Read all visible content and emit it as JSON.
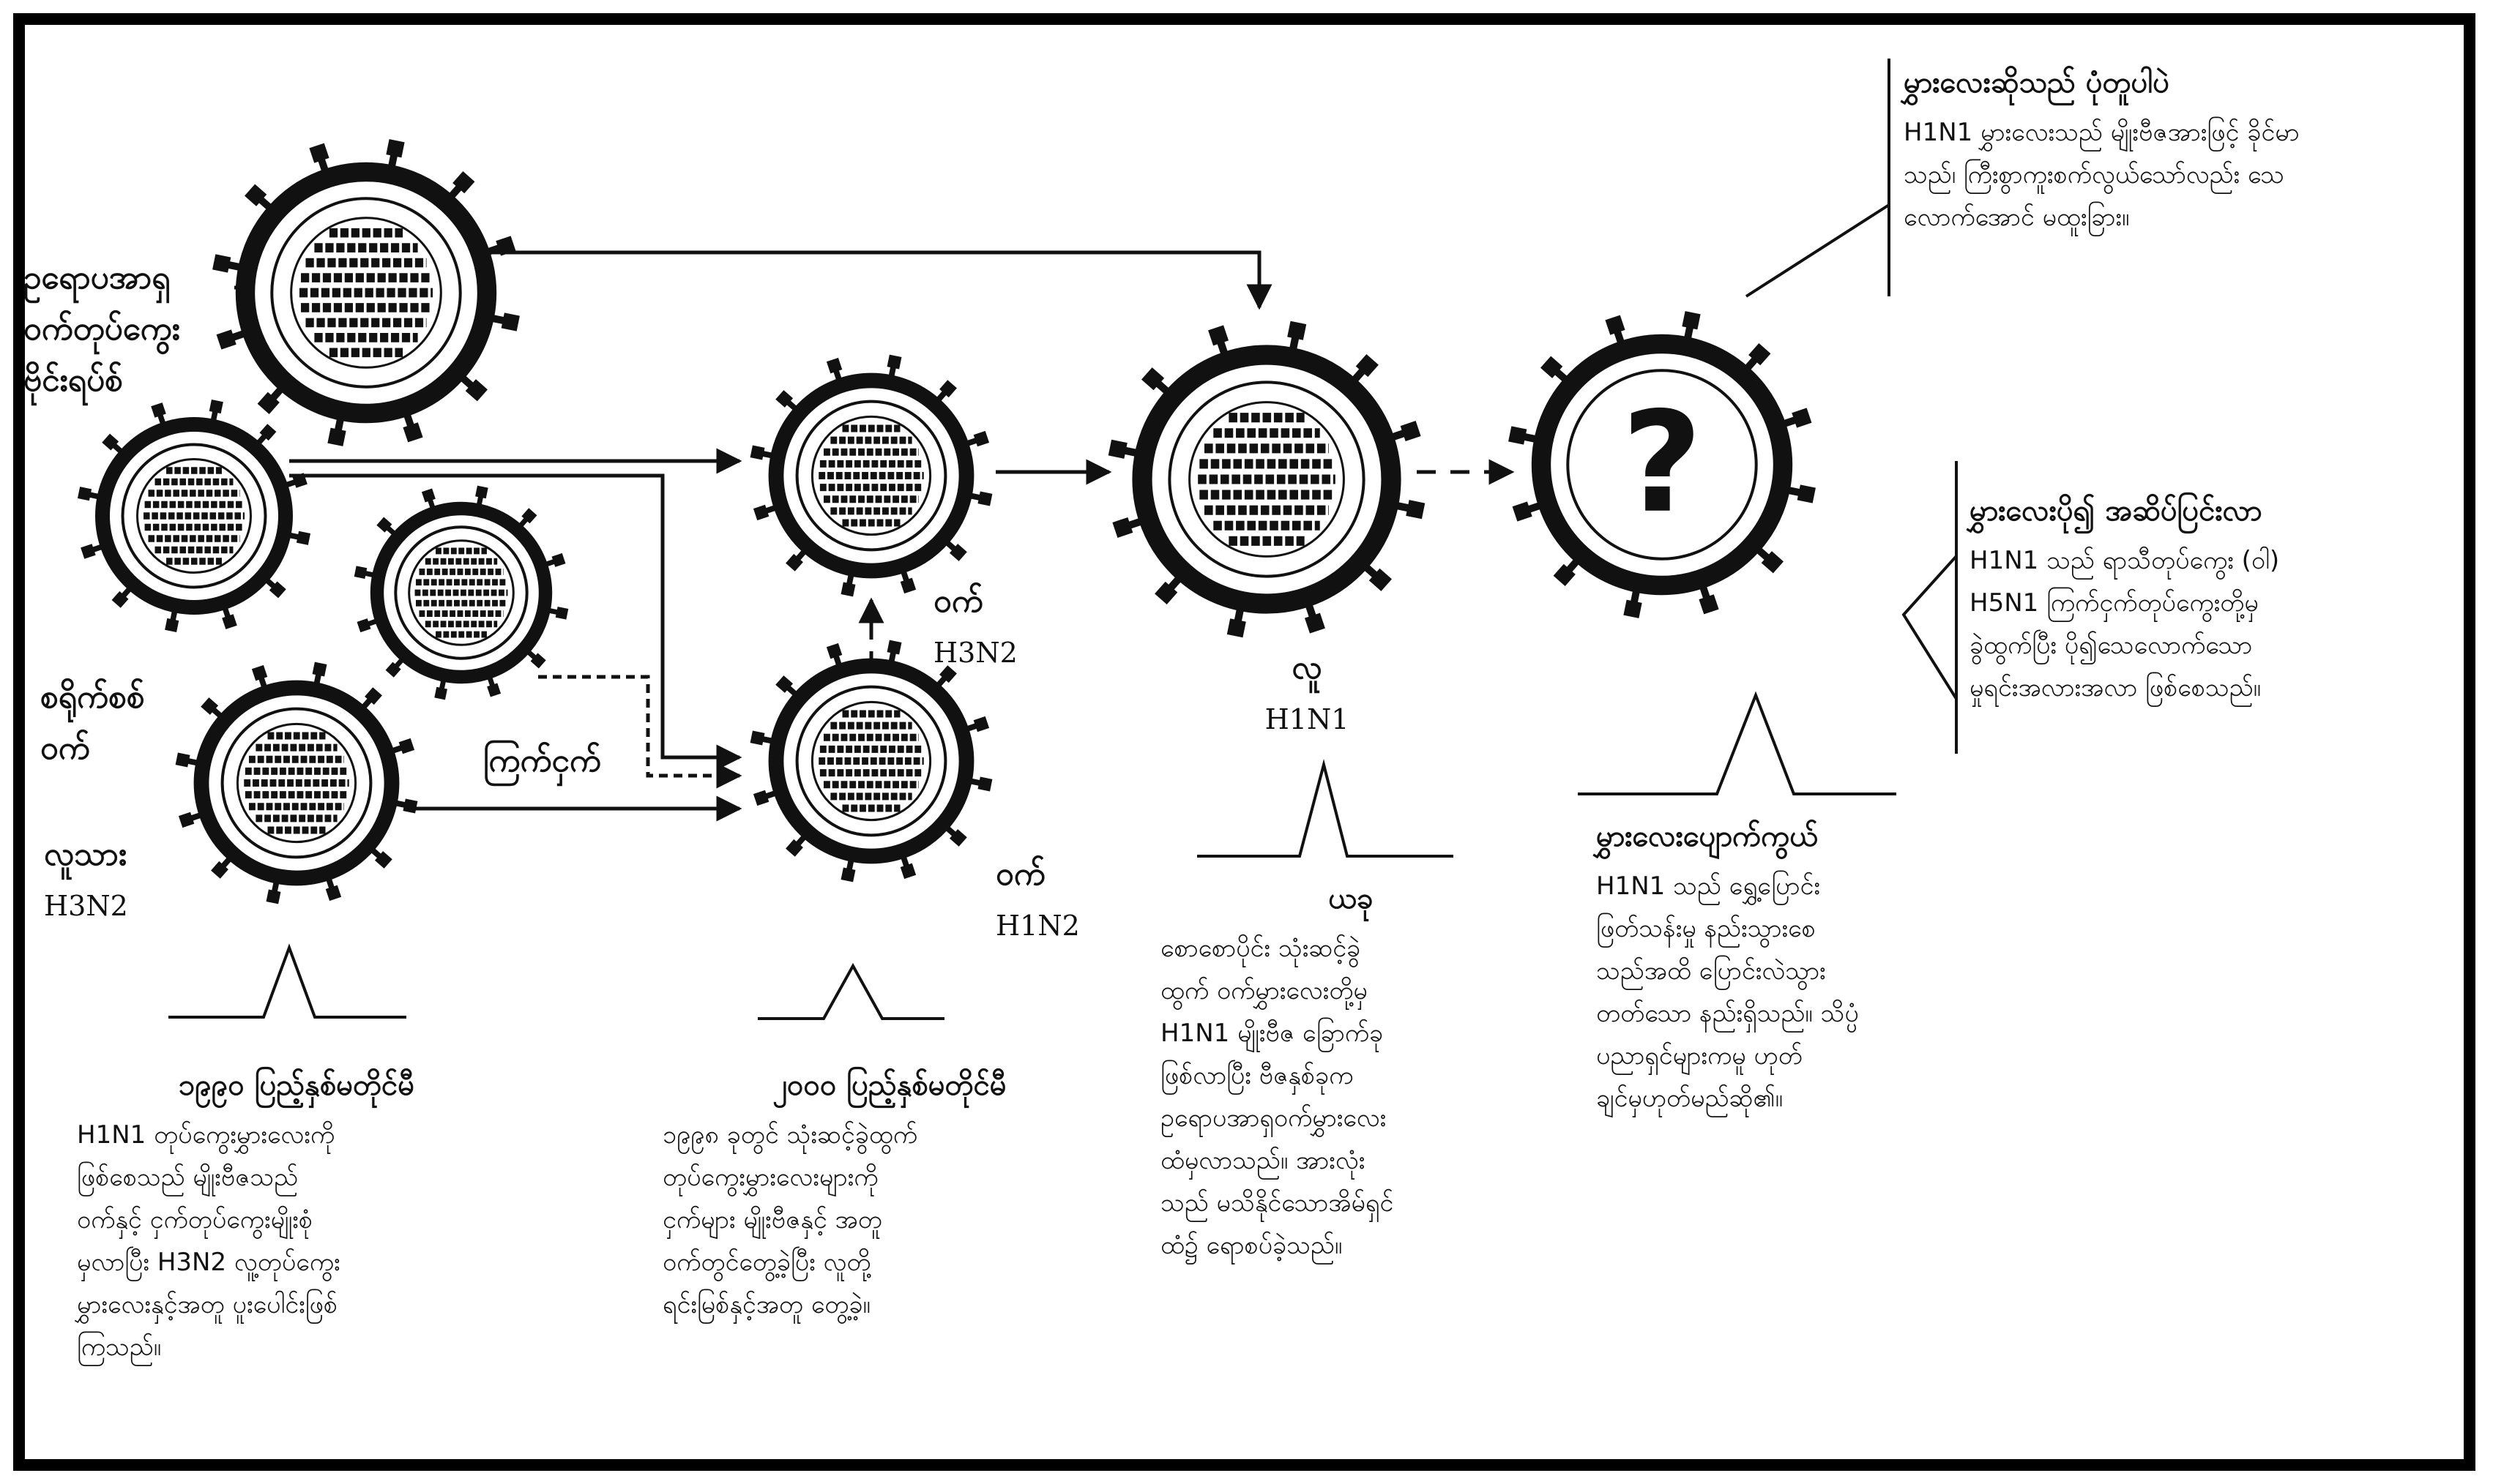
{
  "virus_labels": {
    "europe_pig": [
      "ဥရောပအာရှ",
      "ဝက်တုပ်ကွေး",
      "ဗိုင်းရပ်စ်"
    ],
    "classic_pig": [
      "စရိုက်စစ်",
      "ဝက်"
    ],
    "bird": "ကြက်ငှက်",
    "human_h3n2": {
      "name": "လူသား",
      "subtype": "H3N2"
    },
    "pig_h3n2": {
      "name": "ဝက်",
      "subtype": "H3N2"
    },
    "pig_h1n2": {
      "name": "ဝက်",
      "subtype": "H1N2"
    },
    "human_h1n1": {
      "name": "လူ",
      "subtype": "H1N1"
    }
  },
  "notes": {
    "year1990": {
      "heading": "၁၉၉၀ ပြည့်နှစ်မတိုင်မီ",
      "lines": [
        "H1N1 တုပ်ကွေးမွှားလေးကို",
        "ဖြစ်စေသည် မျိုးဗီဇသည်",
        "ဝက်နှင့် ငှက်တုပ်ကွေးမျိုးစုံ",
        "မှလာပြီး H3N2 လူ့တုပ်ကွေး",
        "မွှားလေးနှင့်အတူ ပူးပေါင်းဖြစ်",
        "ကြသည်။"
      ]
    },
    "year2000": {
      "heading": "၂၀၀၀ ပြည့်နှစ်မတိုင်မီ",
      "lines": [
        "၁၉၉၈ ခုတွင် သုံးဆင့်ခွဲထွက်",
        "တုပ်ကွေးမွှားလေးများကို",
        "ငှက်များ မျိုးဗီဇနှင့် အတူ",
        "ဝက်တွင်တွေ့ခဲ့ပြီး လူတို့",
        "ရင်းမြစ်နှင့်အတူ တွေ့ခဲ့။"
      ]
    },
    "present": {
      "heading": "ယခု",
      "lines": [
        "စောစောပိုင်း သုံးဆင့်ခွဲ",
        "ထွက် ဝက်မွှားလေးတို့မှ",
        "H1N1 မျိုးဗီဇ ခြောက်ခု",
        "ဖြစ်လာပြီး ဗီဇနှစ်ခုက",
        "ဥရောပအာရှဝက်မွှားလေး",
        "ထံမှလာသည်။ အားလုံး",
        "သည် မသိနိုင်သောအိမ်ရှင်",
        "ထံ၌ ရောစပ်ခဲ့သည်။"
      ]
    },
    "disappear": {
      "heading": "မွှားလေးပျောက်ကွယ်",
      "lines": [
        "H1N1 သည် ရွှေ့ပြောင်း",
        "ဖြတ်သန်းမှု နည်းသွားစေ",
        "သည်အထိ ပြောင်းလဲသွား",
        "တတ်သော နည်းရှိသည်။ သိပ္ပံ",
        "ပညာရှင်များကမူ ဟုတ်",
        "ချင်မှဟုတ်မည်ဆို၏။"
      ]
    },
    "stay_same": {
      "heading": "မွှားလေးဆိုသည် ပုံတူပါပဲ",
      "lines": [
        "H1N1 မွှားလေးသည် မျိုးဗီဇအားဖြင့် ခိုင်မာ",
        "သည်၊ ကြီးစွာကူးစက်လွယ်သော်လည်း သေ",
        "လောက်အောင် မထူးခြား။"
      ]
    },
    "more_deadly": {
      "heading": "မွှားလေးပို၍ အဆိပ်ပြင်းလာ",
      "lines": [
        "H1N1 သည် ရာသီတုပ်ကွေး (ဝါ)",
        "H5N1 ကြက်ငှက်တုပ်ကွေးတို့မှ",
        "ခွဲထွက်ပြီး ပို၍သေလောက်သော",
        "မှုရင်းအလားအလာ ဖြစ်စေသည်။"
      ]
    }
  },
  "colors": {
    "ink": "#111111",
    "paper": "#ffffff"
  },
  "icons": {
    "unknown_future": "question-mark-icon"
  }
}
